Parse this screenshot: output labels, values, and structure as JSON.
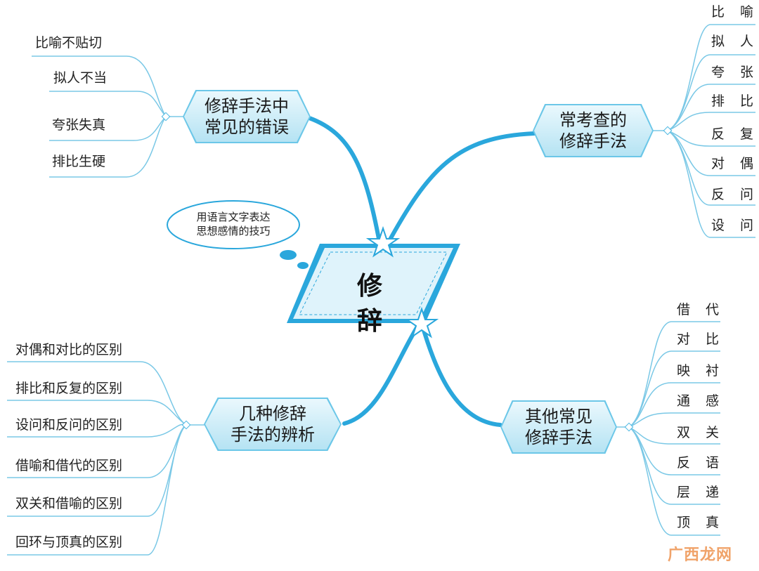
{
  "center": {
    "label": "修 辞"
  },
  "callout": {
    "text": "用语言文字表达\n思想感情的技巧"
  },
  "branches": {
    "top_left": {
      "label": "修辞手法中\n常见的错误",
      "leaves": [
        "比喻不贴切",
        "拟人不当",
        "夸张失真",
        "排比生硬"
      ]
    },
    "top_right": {
      "label": "常考查的\n修辞手法",
      "leaves": [
        "比 喻",
        "拟 人",
        "夸 张",
        "排 比",
        "反 复",
        "对 偶",
        "反 问",
        "设 问"
      ]
    },
    "bottom_left": {
      "label": "几种修辞\n手法的辨析",
      "leaves": [
        "对偶和对比的区别",
        "排比和反复的区别",
        "设问和反问的区别",
        "借喻和借代的区别",
        "双关和借喻的区别",
        "回环与顶真的区别"
      ]
    },
    "bottom_right": {
      "label": "其他常见\n修辞手法",
      "leaves": [
        "借 代",
        "对 比",
        "映 衬",
        "通 感",
        "双 关",
        "反 语",
        "层 递",
        "顶 真"
      ]
    }
  },
  "watermark": {
    "text": "广西龙网"
  },
  "colors": {
    "line": "#4cb8e2",
    "thick": "#2aa7dc",
    "hex_fill": "#c9ecf8",
    "parallelogram": "#2aa7dc"
  }
}
